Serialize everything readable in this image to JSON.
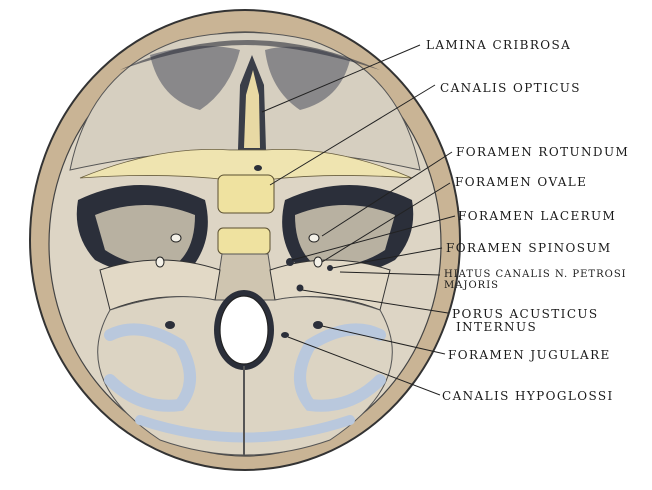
{
  "labels": [
    {
      "id": "lamina-cribrosa",
      "text": "LAMINA CRIBROSA"
    },
    {
      "id": "canalis-opticus",
      "text": "CANALIS OPTICUS"
    },
    {
      "id": "foramen-rotundum",
      "text": "FORAMEN ROTUNDUM"
    },
    {
      "id": "foramen-ovale",
      "text": "FORAMEN OVALE"
    },
    {
      "id": "foramen-lacerum",
      "text": "FORAMEN LACERUM"
    },
    {
      "id": "foramen-spinosum",
      "text": "FORAMEN SPINOSUM"
    },
    {
      "id": "hiatus-line1",
      "text": "HIATUS CANALIS N. PETROSI"
    },
    {
      "id": "hiatus-line2",
      "text": "MAJORIS"
    },
    {
      "id": "porus-line1",
      "text": "PORUS ACUSTICUS"
    },
    {
      "id": "porus-line2",
      "text": "INTERNUS"
    },
    {
      "id": "foramen-jugulare",
      "text": "FORAMEN JUGULARE"
    },
    {
      "id": "canalis-hypoglossi",
      "text": "CANALIS HYPOGLOSSI"
    }
  ],
  "colors": {
    "bone": "#c9b495",
    "bone_light": "#e6dcc6",
    "fossa": "#d9d2c3",
    "shadow": "#2b2f3a",
    "highlight": "#f1e6a8",
    "sinus_blue": "#b9c8dd",
    "ink": "#1a1a1a"
  }
}
